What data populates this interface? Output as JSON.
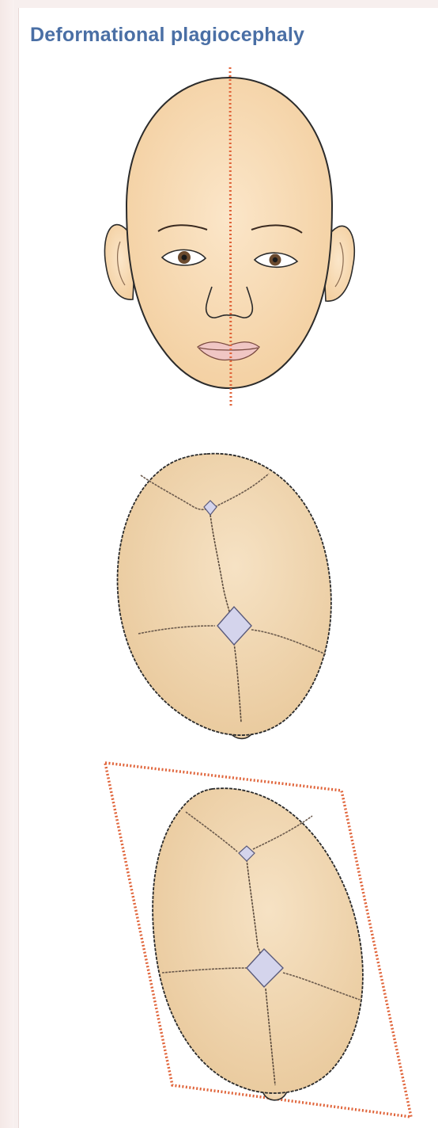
{
  "figure": {
    "title": "Deformational plagiocephaly",
    "panels": [
      {
        "name": "face-front-view"
      },
      {
        "name": "skull-top-view-normal"
      },
      {
        "name": "skull-top-view-parallelogram"
      }
    ]
  },
  "colors": {
    "title": "#4a6fa5",
    "skin": "#f8dcb4",
    "skull": "#f0d6b0",
    "outline": "#2b2b2b",
    "suture": "#6b5a4c",
    "fontanelle": "#d4d4ec",
    "midline": "#e0643a",
    "parallelogram": "#e0643a"
  }
}
